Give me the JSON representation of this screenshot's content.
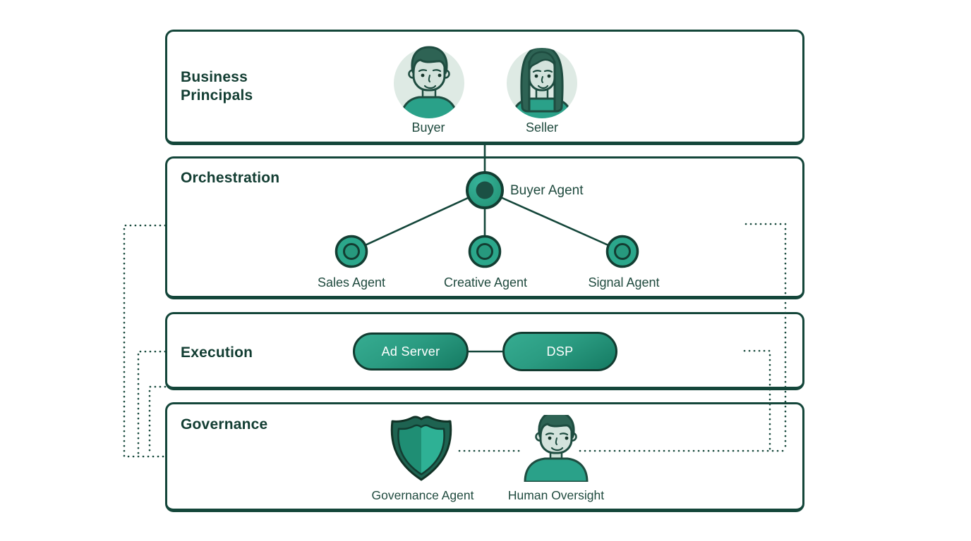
{
  "diagram": {
    "colors": {
      "ink": "#123D32",
      "teal": "#2BA78B",
      "teal_dark": "#17816A",
      "node_core": "#1B5044",
      "avatar_bg": "#DEEAE4",
      "shield_dark": "#1E6351"
    },
    "layers": [
      {
        "title": "Business Principals",
        "items": [
          {
            "label": "Buyer"
          },
          {
            "label": "Seller"
          }
        ]
      },
      {
        "title": "Orchestration",
        "nodes": [
          {
            "label": "Buyer Agent"
          },
          {
            "label": "Sales Agent"
          },
          {
            "label": "Creative Agent"
          },
          {
            "label": "Signal Agent"
          }
        ]
      },
      {
        "title": "Execution",
        "items": [
          {
            "label": "Ad Server"
          },
          {
            "label": "DSP"
          }
        ]
      },
      {
        "title": "Governance",
        "items": [
          {
            "label": "Governance Agent"
          },
          {
            "label": "Human Oversight"
          }
        ]
      }
    ]
  }
}
